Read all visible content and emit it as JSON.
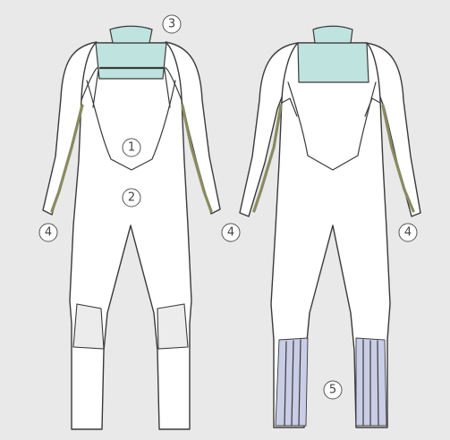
{
  "colors": {
    "background": "#e9e9e9",
    "suit": "#ffffff",
    "outline": "#3a3a3a",
    "collar": "#bfe3de",
    "side_panel": "#8a8a62",
    "shin_stripe": "#c9cde6"
  },
  "callouts": {
    "c1": "1",
    "c2": "2",
    "c3": "3",
    "c4_left": "4",
    "c4_mid": "4",
    "c4_right": "4",
    "c5": "5"
  }
}
